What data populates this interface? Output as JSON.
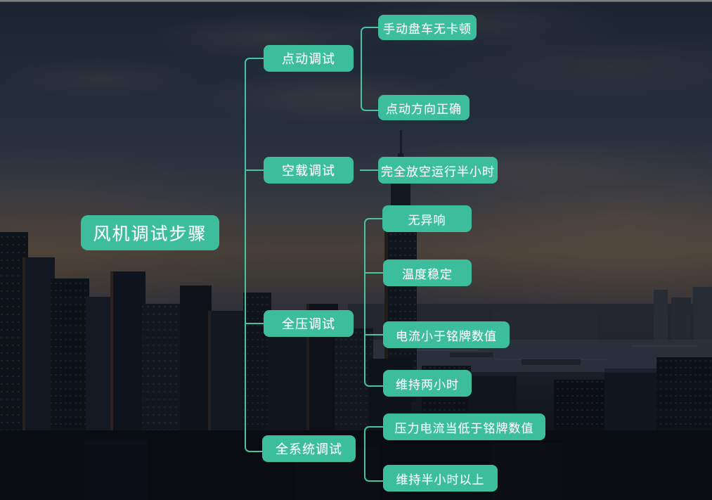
{
  "mindmap": {
    "root": {
      "label": "风机调试步骤"
    },
    "branches": [
      {
        "label": "点动调试",
        "children": [
          {
            "label": "手动盘车无卡顿"
          },
          {
            "label": "点动方向正确"
          }
        ]
      },
      {
        "label": "空载调试",
        "children": [
          {
            "label": "完全放空运行半小时"
          }
        ]
      },
      {
        "label": "全压调试",
        "children": [
          {
            "label": "无异响"
          },
          {
            "label": "温度稳定"
          },
          {
            "label": "电流小于铭牌数值"
          },
          {
            "label": "维持两小时"
          }
        ]
      },
      {
        "label": "全系统调试",
        "children": [
          {
            "label": "压力电流当低于铭牌数值"
          },
          {
            "label": "维持半小时以上"
          }
        ]
      }
    ],
    "colors": {
      "node_fill": "#3cbe9d",
      "node_text": "#ffffff",
      "connector": "#49c2a4",
      "sky_top": "#1a2433",
      "horizon": "#474038",
      "city_dark": "#0d1016"
    }
  }
}
